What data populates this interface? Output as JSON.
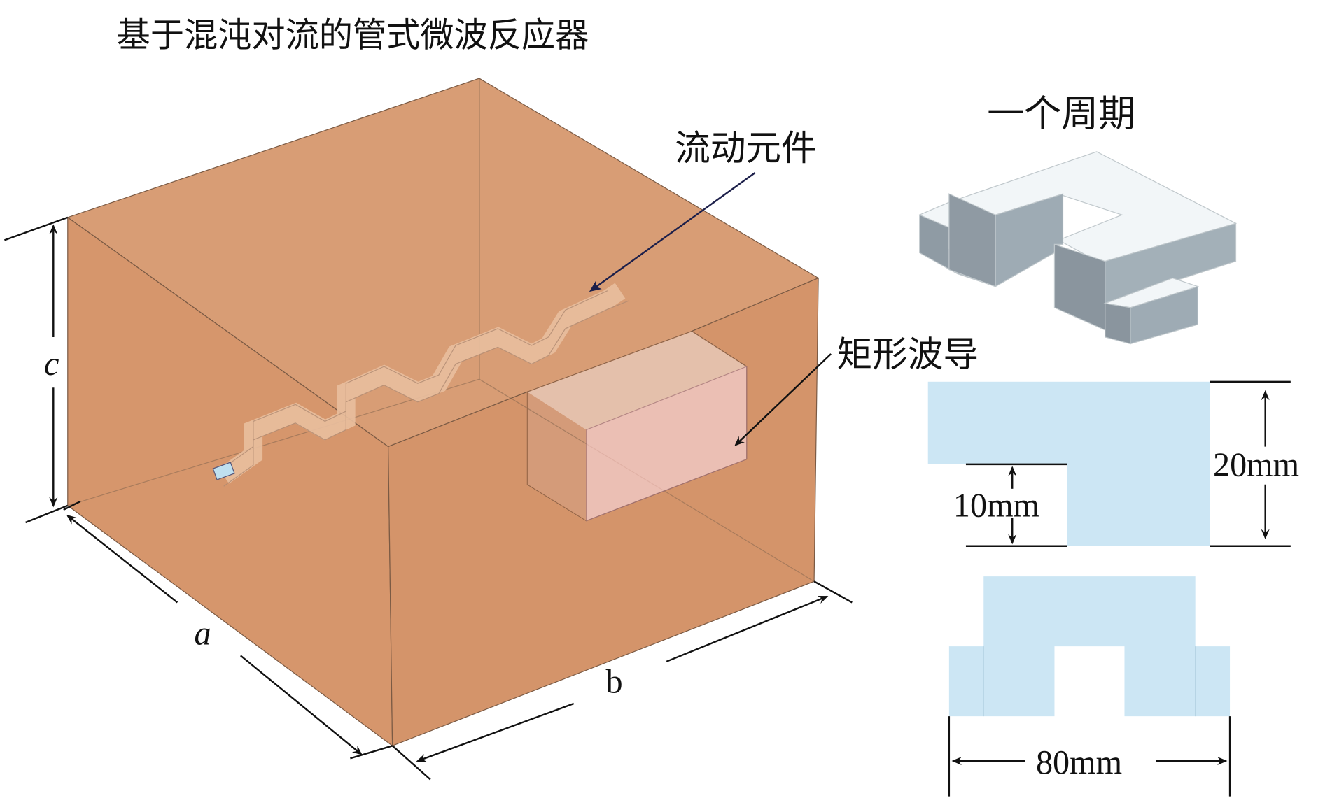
{
  "title": "基于混沌对流的管式微波反应器",
  "labels": {
    "flow_element": "流动元件",
    "waveguide": "矩形波导",
    "one_period": "一个周期",
    "dim_a": "a",
    "dim_b": "b",
    "dim_c": "c",
    "dim_10mm": "10mm",
    "dim_20mm": "20mm",
    "dim_80mm": "80mm"
  },
  "colors": {
    "cavity": "#d99a70",
    "cavity_dark": "#c98258",
    "waveguide_fill": "#e8b4a8",
    "period_top": "#f2f6f8",
    "period_side": "#9aa9b3",
    "section_fill": "#cce6f4"
  }
}
